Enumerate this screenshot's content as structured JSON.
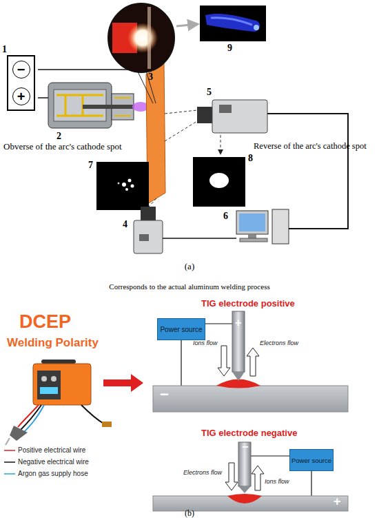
{
  "diagram": {
    "nodes": [
      {
        "text": [
          "−",
          "+"
        ]
      },
      {
        "text": [
          "Power source"
        ]
      },
      {
        "text": [
          "Power source"
        ]
      }
    ],
    "labels": [
      "1",
      "2",
      "3",
      "9",
      "5",
      "8",
      "7",
      "4",
      "6",
      "Obverse of the arc's cathode spot",
      "Reverse of the arc's cathode spot",
      "(a)",
      "Corresponds to the actual aluminum welding process",
      "DCEP",
      "Welding Polarity",
      "TIG electrode positive",
      "+",
      "−",
      "Ions flow",
      "Electrons flow",
      "TIG electrode negative",
      "−",
      "+",
      "Electrons flow",
      "Ions flow",
      "(b)"
    ],
    "legend": [
      {
        "text": "Positive electrical wire"
      },
      {
        "text": "Negative electrical wire"
      },
      {
        "text": "Argon gas supply hose"
      }
    ]
  }
}
